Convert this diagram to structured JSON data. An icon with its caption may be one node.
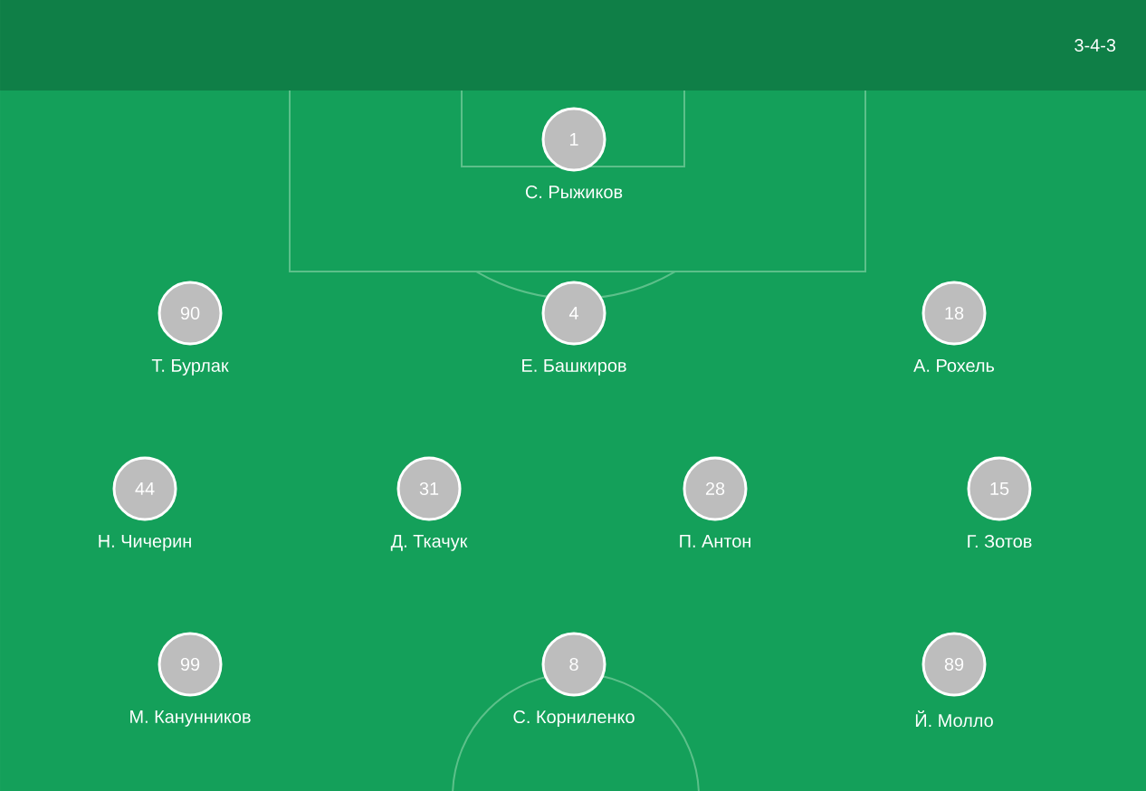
{
  "diagram": {
    "nodes": [
      {
        "text": [
          "1"
        ],
        "beside": [
          "С. Рыжиков"
        ]
      },
      {
        "text": [
          "90"
        ],
        "beside": [
          "Т. Бурлак"
        ]
      },
      {
        "text": [
          "4"
        ],
        "beside": [
          "Е. Башкиров"
        ]
      },
      {
        "text": [
          "18"
        ],
        "beside": [
          "А. Рохель"
        ]
      },
      {
        "text": [
          "44"
        ],
        "beside": [
          "Н. Чичерин"
        ]
      },
      {
        "text": [
          "31"
        ],
        "beside": [
          "Д. Ткачук"
        ]
      },
      {
        "text": [
          "28"
        ],
        "beside": [
          "П. Антон"
        ]
      },
      {
        "text": [
          "15"
        ],
        "beside": [
          "Г. Зотов"
        ]
      },
      {
        "text": [
          "99"
        ],
        "beside": [
          "М. Канунников"
        ]
      },
      {
        "text": [
          "8"
        ],
        "beside": [
          "С. Корниленко"
        ]
      },
      {
        "text": [
          "89"
        ],
        "beside": [
          "Й. Молло"
        ]
      }
    ],
    "labels": [
      "3-4-3"
    ]
  }
}
